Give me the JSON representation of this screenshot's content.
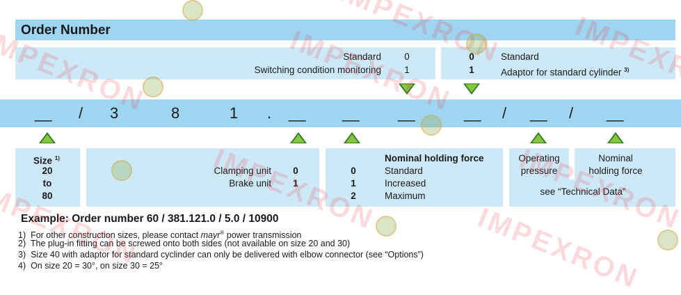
{
  "title": "Order Number",
  "top_left_box": {
    "rows": [
      {
        "label": "Standard",
        "code": "0"
      },
      {
        "label": "Switching condition monitoring",
        "code": "1"
      }
    ]
  },
  "top_right_box": {
    "rows": [
      {
        "code": "0",
        "label": "Standard",
        "note": ""
      },
      {
        "code": "1",
        "label": "Adaptor for standard cylinder",
        "note": "3)"
      }
    ]
  },
  "code_line": [
    "__",
    "/",
    "3",
    "8",
    "1",
    ".",
    "__",
    "__",
    "__",
    "__",
    "/",
    "__",
    "/",
    "__"
  ],
  "size_box": {
    "label": "Size",
    "note": "1)",
    "from": "20",
    "to_word": "to",
    "to": "80"
  },
  "unit_box": {
    "rows": [
      {
        "label": "Clamping unit",
        "code": "0"
      },
      {
        "label": "Brake unit",
        "code": "1"
      }
    ]
  },
  "force_box": {
    "heading": "Nominal holding force",
    "rows": [
      {
        "code": "0",
        "label": "Standard"
      },
      {
        "code": "1",
        "label": "Increased"
      },
      {
        "code": "2",
        "label": "Maximum"
      }
    ]
  },
  "pressure_box": {
    "line1": "Operating",
    "line2": "pressure"
  },
  "holding_box": {
    "line1": "Nominal",
    "line2": "holding force"
  },
  "tech_data_note": "see “Technical Data”",
  "example": "Example: Order number 60 / 381.121.0 / 5.0 / 10900",
  "footnotes": [
    {
      "num": "1)",
      "text_before": "For other construction sizes, please contact ",
      "brand": "mayr",
      "reg": "®",
      "text_after": " power transmission"
    },
    {
      "num": "2)",
      "text": "The plug-in fitting can be screwed onto both sides (not available on size 20 and 30)"
    },
    {
      "num": "3)",
      "text": "Size 40 with adaptor for standard cyclinder can only be delivered with elbow connector (see “Options”)"
    },
    {
      "num": "4)",
      "text": "On size 20 = 30°, on size 30 = 25°"
    }
  ],
  "watermark": "IMPEXRON",
  "colors": {
    "title_bar": "#9fd5f0",
    "box": "#cde9f8",
    "code_bar": "#9fd5f0",
    "arrow_fill": "#86c441",
    "arrow_stroke": "#2f7a1f",
    "watermark": "#e64650"
  }
}
